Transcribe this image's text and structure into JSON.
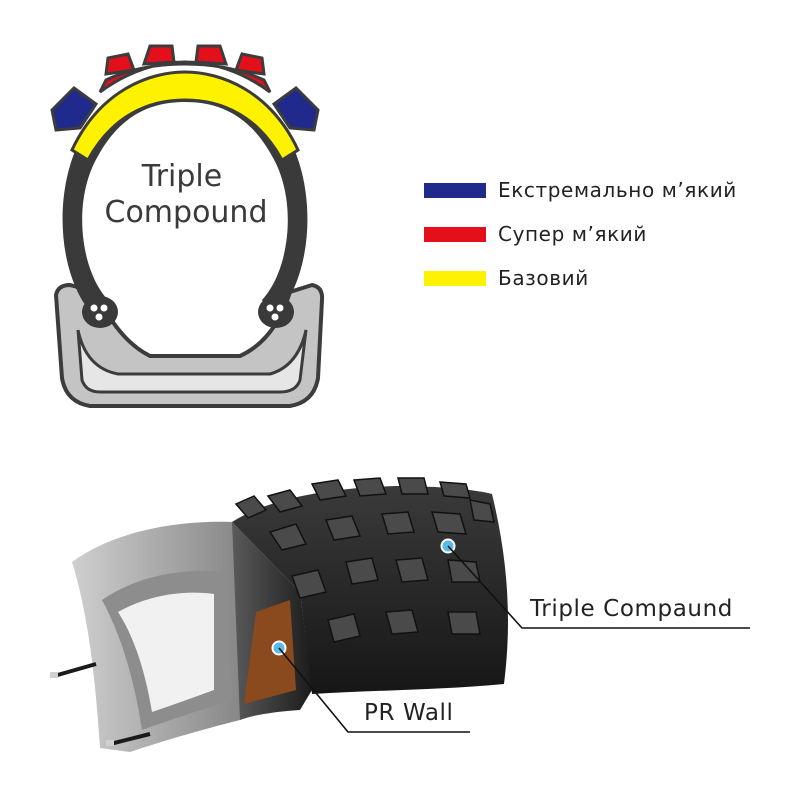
{
  "diagram": {
    "cross_section_title_line1": "Triple",
    "cross_section_title_line2": "Compound",
    "legend": [
      {
        "label": "Екстремально м’який",
        "color": "#1f2a8c"
      },
      {
        "label": "Супер м’який",
        "color": "#e3101c"
      },
      {
        "label": "Базовий",
        "color": "#fff200"
      }
    ],
    "callouts": {
      "compound": "Triple Compaund",
      "wall": "PR Wall"
    },
    "colors": {
      "tire_casing": "#3a3a3a",
      "rim": "#b9b9b9",
      "pr_wall": "#8a4a1e",
      "marker": "#5cb8e6"
    }
  }
}
